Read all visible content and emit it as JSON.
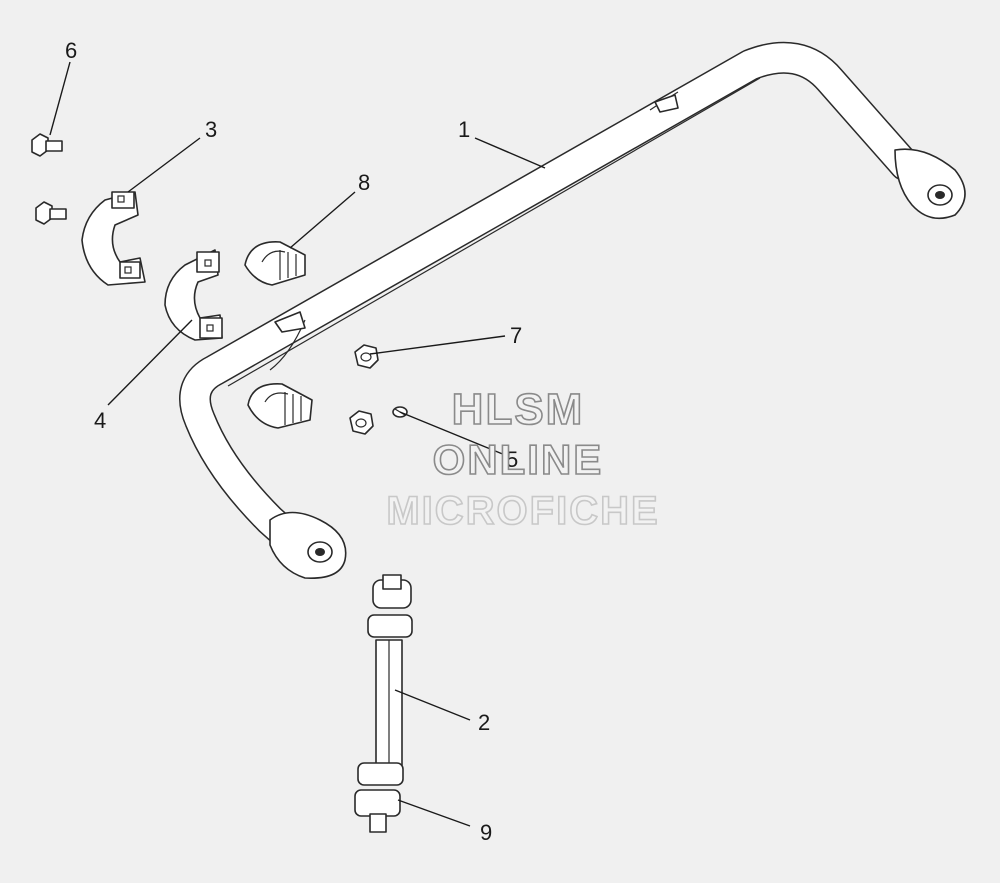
{
  "callouts": {
    "c1": "1",
    "c2": "2",
    "c3": "3",
    "c4": "4",
    "c5": "5",
    "c6": "6",
    "c7": "7",
    "c8": "8",
    "c9": "9"
  },
  "watermark": {
    "line1": "HLSM",
    "line2": "ONLINE",
    "line3": "MICROFICHE"
  }
}
